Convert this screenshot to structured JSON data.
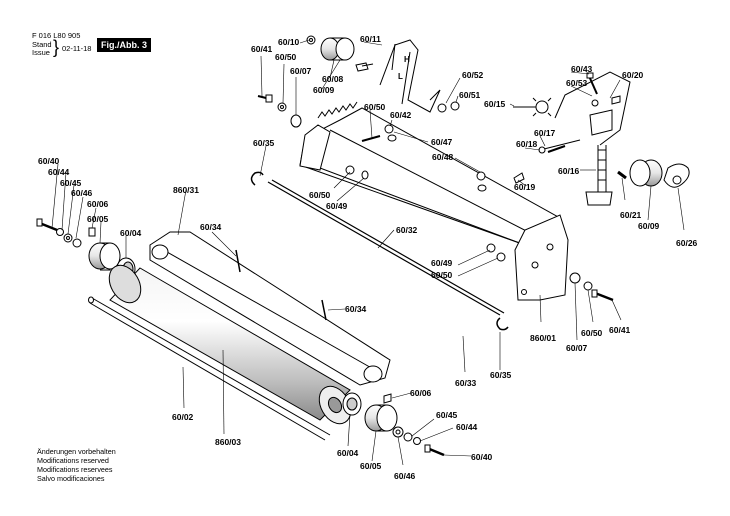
{
  "header": {
    "doc_code": "F 016 L80 905",
    "stand": "Stand",
    "issue": "Issue",
    "brace": "}",
    "date": "02-11-18",
    "figure": "Fig./Abb. 3"
  },
  "notes": [
    "Änderungen vorbehalten",
    "Modifications reserved",
    "Modifications reservees",
    "Salvo modificaciones"
  ],
  "diagram": {
    "parts": [
      "60/10",
      "60/41",
      "60/50",
      "60/07",
      "60/08",
      "60/09",
      "60/11",
      "60/52",
      "60/51",
      "60/43",
      "60/53",
      "60/20",
      "60/15",
      "60/17",
      "60/18",
      "60/16",
      "60/19",
      "60/50",
      "60/42",
      "60/47",
      "60/48",
      "60/35",
      "60/50",
      "60/49",
      "860/31",
      "60/40",
      "60/44",
      "60/45",
      "60/46",
      "60/06",
      "60/05",
      "60/04",
      "60/34",
      "60/32",
      "60/49",
      "60/50",
      "60/21",
      "60/09",
      "60/26",
      "60/34",
      "860/01",
      "60/07",
      "60/50",
      "60/41",
      "60/33",
      "60/35",
      "60/02",
      "860/03",
      "60/06",
      "60/45",
      "60/44",
      "60/04",
      "60/05",
      "60/46",
      "60/40"
    ],
    "handle_marks": [
      "H",
      "L"
    ]
  }
}
